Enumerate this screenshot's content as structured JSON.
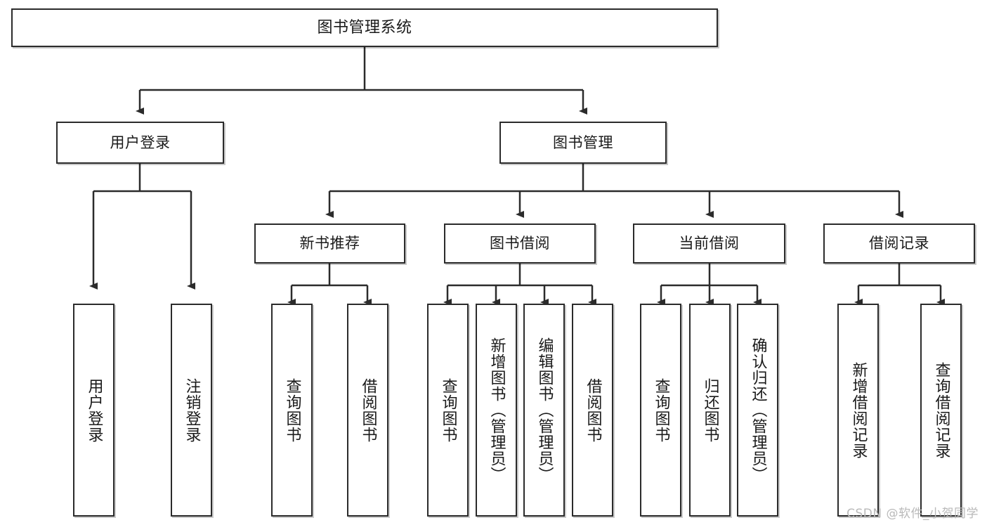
{
  "diagram": {
    "title": "图书管理系统",
    "watermark": "CSDN @软件_小贺同学",
    "line_color": "#2b2b2b",
    "box_fill": "#ffffff",
    "text_color": "#1a1a1a",
    "watermark_color": "#b9b9b9"
  },
  "nodes": {
    "root": {
      "label": "图书管理系统"
    },
    "level1": [
      {
        "label": "用户登录"
      },
      {
        "label": "图书管理"
      }
    ],
    "level2": [
      {
        "label": "新书推荐"
      },
      {
        "label": "图书借阅"
      },
      {
        "label": "当前借阅"
      },
      {
        "label": "借阅记录"
      }
    ],
    "leaves": {
      "user_login": [
        {
          "label": "用户登录"
        },
        {
          "label": "注销登录"
        }
      ],
      "new_book": [
        {
          "label": "查询图书"
        },
        {
          "label": "借阅图书"
        }
      ],
      "book_borrow": [
        {
          "label": "查询图书"
        },
        {
          "label": "新增图书（管理员）"
        },
        {
          "label": "编辑图书（管理员）"
        },
        {
          "label": "借阅图书"
        }
      ],
      "current_borrow": [
        {
          "label": "查询图书"
        },
        {
          "label": "归还图书"
        },
        {
          "label": "确认归还（管理员）"
        }
      ],
      "borrow_record": [
        {
          "label": "新增借阅记录"
        },
        {
          "label": "查询借阅记录"
        }
      ]
    }
  }
}
